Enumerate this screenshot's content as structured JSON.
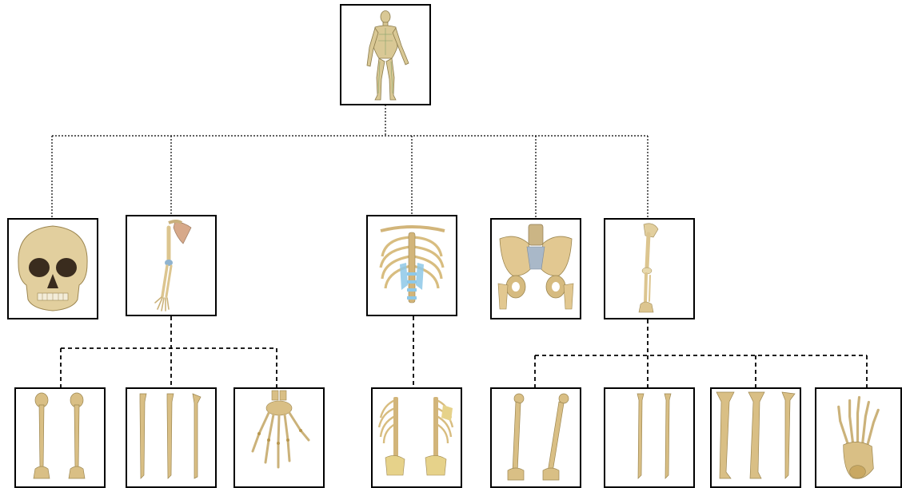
{
  "diagram": {
    "type": "hierarchy",
    "root": {
      "id": "full-skeleton",
      "icon": "human-body-icon"
    },
    "level1": [
      {
        "id": "skull",
        "icon": "skull-icon"
      },
      {
        "id": "upper-limb",
        "icon": "arm-bones-icon"
      },
      {
        "id": "thorax",
        "icon": "rib-cage-icon"
      },
      {
        "id": "pelvis",
        "icon": "pelvis-icon"
      },
      {
        "id": "lower-limb",
        "icon": "leg-bones-icon"
      }
    ],
    "level2": [
      {
        "id": "humerus",
        "parent": "upper-limb",
        "icon": "humerus-icon"
      },
      {
        "id": "forearm-bones",
        "parent": "upper-limb",
        "icon": "forearm-bones-icon"
      },
      {
        "id": "hand",
        "parent": "upper-limb",
        "icon": "hand-bones-icon"
      },
      {
        "id": "spine-ribs",
        "parent": "thorax",
        "icon": "spine-ribs-icon"
      },
      {
        "id": "femur",
        "parent": "lower-limb",
        "icon": "femur-icon"
      },
      {
        "id": "lower-leg-bones",
        "parent": "lower-limb",
        "icon": "lower-leg-bones-icon"
      },
      {
        "id": "tibia-fibula",
        "parent": "lower-limb",
        "icon": "tibia-fibula-icon"
      },
      {
        "id": "foot",
        "parent": "lower-limb",
        "icon": "foot-bones-icon"
      }
    ],
    "colors": {
      "bone": "#d9bf85",
      "bone_shade": "#b8974f",
      "cartilage": "#8ec8e8",
      "ligament": "#a9b8c8",
      "line": "#000000"
    }
  }
}
